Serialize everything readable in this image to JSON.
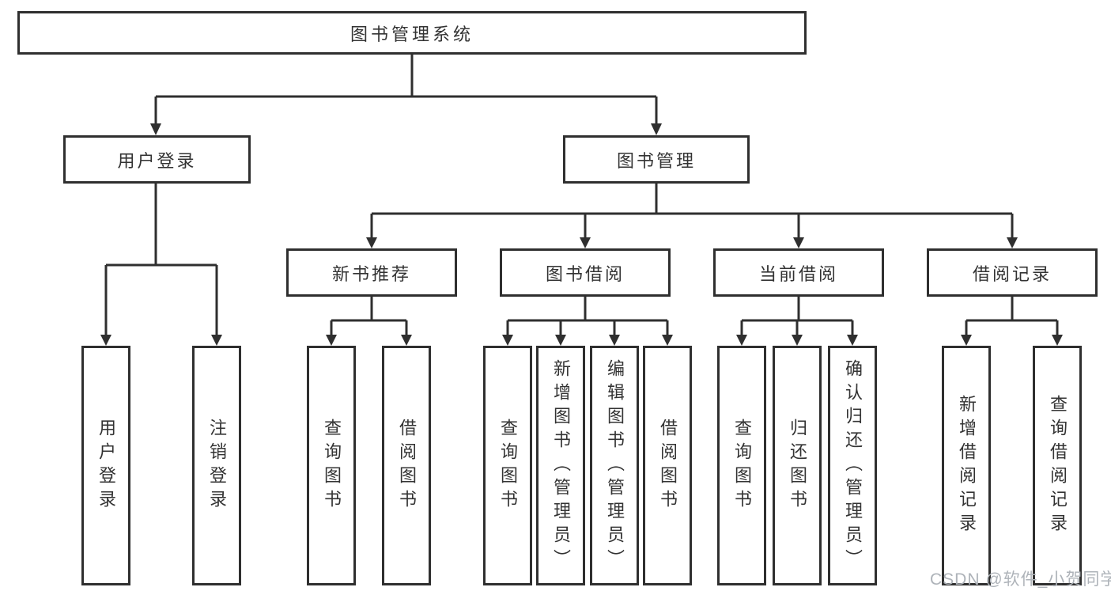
{
  "colors": {
    "line": "#2f2f2f",
    "text": "#333333",
    "background": "#ffffff",
    "watermark": "#aeb3b9"
  },
  "watermark": {
    "text": "CSDN @软件_小贺同学"
  },
  "diagram": {
    "type": "hierarchy-tree",
    "root": {
      "label": "图书管理系统",
      "children": [
        {
          "label": "用户登录",
          "children": [
            {
              "label": "用户登录"
            },
            {
              "label": "注销登录"
            }
          ]
        },
        {
          "label": "图书管理",
          "children": [
            {
              "label": "新书推荐",
              "children": [
                {
                  "label": "查询图书"
                },
                {
                  "label": "借阅图书"
                }
              ]
            },
            {
              "label": "图书借阅",
              "children": [
                {
                  "label": "查询图书"
                },
                {
                  "label": "新增图书（管理员）"
                },
                {
                  "label": "编辑图书（管理员）"
                },
                {
                  "label": "借阅图书"
                }
              ]
            },
            {
              "label": "当前借阅",
              "children": [
                {
                  "label": "查询图书"
                },
                {
                  "label": "归还图书"
                },
                {
                  "label": "确认归还（管理员）"
                }
              ]
            },
            {
              "label": "借阅记录",
              "children": [
                {
                  "label": "新增借阅记录"
                },
                {
                  "label": "查询借阅记录"
                }
              ]
            }
          ]
        }
      ]
    }
  }
}
